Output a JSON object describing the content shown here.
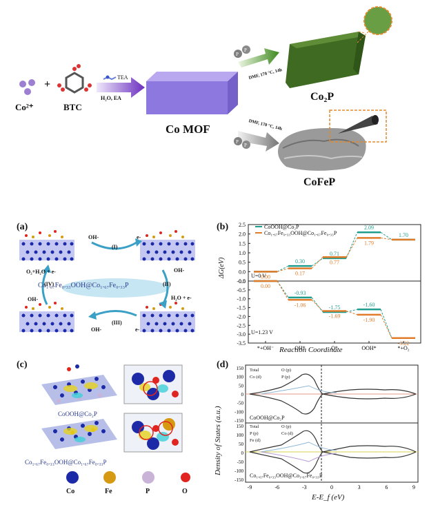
{
  "synthesis": {
    "co_ion": "Co²⁺",
    "plus": "+",
    "btc": "BTC",
    "tea": "TEA",
    "solvent": "H₂O, EA",
    "co_mof": "Co MOF",
    "cond_co2p": "DMF, 170 °C, 14h",
    "cond_cofep": "DMF, 170 °C, 14h",
    "co2p": "Co₂P",
    "cofep": "CoFeP"
  },
  "panel_a": {
    "label": "(a)",
    "center": "Co₁.₆₇Fe₀.₃₃OOH@Co₁.₆₇Fe₀.₃₃P",
    "step1": "(I)",
    "step1_in": "OH-",
    "step1_out": "e-",
    "step2": "(II)",
    "step2_in": "OH-",
    "step2_out": "H₂O + e-",
    "step3": "(III)",
    "step3_in": "OH-",
    "step3_out": "e-",
    "step4": "(IV)",
    "step4_in": "OH-",
    "step4_out": "O₂+H₂O + e-"
  },
  "panel_b": {
    "label": "(b)",
    "legend": [
      "CoOOH@Co₂P",
      "Co₁.₆₇Fe₀.₃₃OOH@Co₁.₆₇Fe₀.₃₃P"
    ],
    "top_condition": "U=0 V",
    "bottom_condition": "U=1.23 V",
    "ylabel": "ΔG(eV)",
    "xlabel": "Reaction Coordinate",
    "xticks": [
      "*+OH⁻",
      "OH*",
      "O*",
      "OOH*",
      "*+O₂"
    ],
    "colors": {
      "teal": "#1f9c8c",
      "orange": "#e07b2a"
    }
  },
  "chart_data": {
    "type": "line",
    "title": "",
    "xlabel": "Reaction Coordinate",
    "ylabel": "ΔG(eV)",
    "categories": [
      "*+OH⁻",
      "OH*",
      "O*",
      "OOH*",
      "*+O₂"
    ],
    "top": {
      "condition": "U=0 V",
      "ylim": [
        -0.5,
        2.5
      ],
      "yticks": [
        "-0.5",
        "0.0",
        "0.5",
        "1.0",
        "1.5",
        "2.0",
        "2.5"
      ],
      "series": [
        {
          "name": "CoOOH@Co₂P",
          "values": [
            0.0,
            0.3,
            0.71,
            2.09,
            1.7
          ],
          "labels": [
            "",
            "0.30",
            "0.71",
            "2.09",
            "1.70"
          ]
        },
        {
          "name": "Co₁.₆₇Fe₀.₃₃OOH@Co₁.₆₇Fe₀.₃₃P",
          "values": [
            0.0,
            0.17,
            0.77,
            1.79,
            1.7
          ],
          "labels": [
            "0.00",
            "0.17",
            "0.77",
            "1.79",
            ""
          ]
        }
      ]
    },
    "bottom": {
      "condition": "U=1.23 V",
      "ylim": [
        -3.5,
        0.0
      ],
      "yticks": [
        "-3.5",
        "-3.0",
        "-2.5",
        "-2.0",
        "-1.5",
        "-1.0",
        "-0.5",
        "0.0"
      ],
      "series": [
        {
          "name": "CoOOH@Co₂P",
          "values": [
            0.0,
            -0.93,
            -1.75,
            -1.6,
            -3.22
          ],
          "labels": [
            "",
            "-0.93",
            "-1.75",
            "-1.60",
            ""
          ]
        },
        {
          "name": "Co₁.₆₇Fe₀.₃₃OOH@Co₁.₆₇Fe₀.₃₃P",
          "values": [
            0.0,
            -1.06,
            -1.69,
            -1.9,
            -3.22
          ],
          "labels": [
            "0.00",
            "-1.06",
            "-1.69",
            "-1.90",
            "-3.22"
          ]
        }
      ]
    }
  },
  "panel_c": {
    "label": "(c)",
    "name_top": "CoOOH@Co₂P",
    "name_bottom": "Co₁.₆₇Fe₀.₃₃OOH@Co₁.₆₇Fe₀.₃₃P",
    "atoms": [
      {
        "name": "Co",
        "color": "#1c2aa8"
      },
      {
        "name": "Fe",
        "color": "#d69a12"
      },
      {
        "name": "P",
        "color": "#c9b3d6"
      },
      {
        "name": "O",
        "color": "#e0241f"
      }
    ]
  },
  "panel_d": {
    "label": "(d)",
    "ylabel": "Density of States (a.u.)",
    "xlabel": "E-E_f (eV)",
    "xticks": [
      "-9",
      "-6",
      "-3",
      "0",
      "3",
      "6",
      "9"
    ],
    "yticks_top": [
      "150",
      "100",
      "50",
      "0",
      "-50",
      "-100",
      "-150"
    ],
    "yticks_bottom": [
      "150",
      "100",
      "50",
      "0",
      "-50",
      "-100",
      "-150"
    ],
    "legend_top": [
      "Total",
      "O (p)",
      "Co (d)",
      "P (p)"
    ],
    "legend_bottom": [
      "Total",
      "O (p)",
      "P (p)",
      "Co (d)",
      "Fe (d)"
    ],
    "name_top": "CoOOH@Co₂P",
    "name_bottom": "Co₁.₆₇Fe₀.₃₃OOH@Co₁.₆₇Fe₀.₃₃P"
  }
}
